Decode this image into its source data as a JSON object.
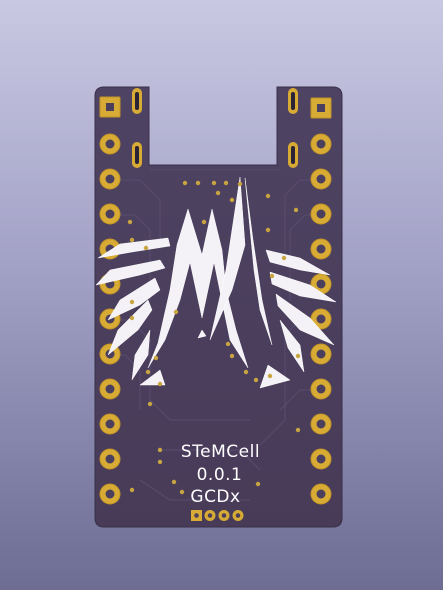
{
  "board": {
    "name": "STeMCell",
    "version": "0.0.1",
    "maker": "GCDx"
  },
  "colors": {
    "background_top": "#c9c8e2",
    "background_bottom": "#6d6c93",
    "pcb": "#4b3f5e",
    "pad_gold": "#d8ab35",
    "silkscreen": "#ffffff"
  },
  "icons": {
    "logo": "stylized-M-logo"
  }
}
